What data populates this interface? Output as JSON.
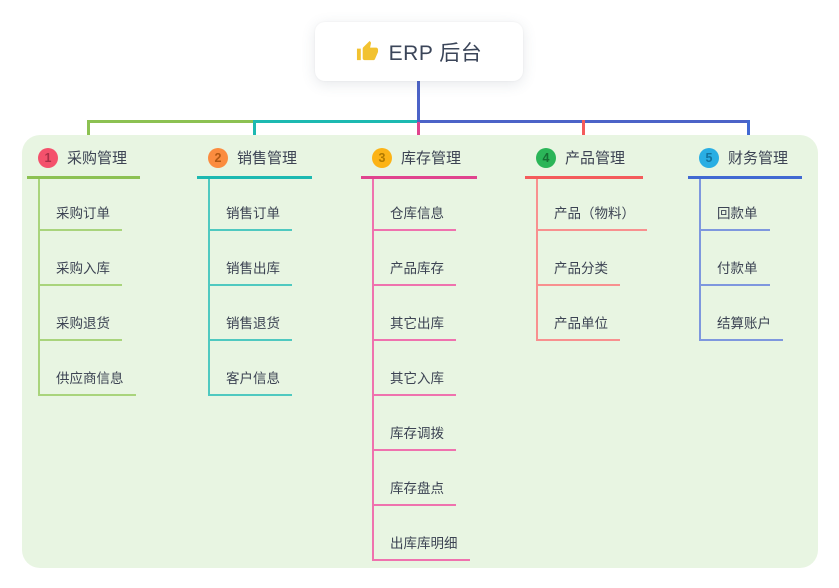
{
  "root": {
    "label": "ERP 后台",
    "icon": "thumbs-up-icon"
  },
  "colors": {
    "root-line": "#4c63c8",
    "panel-bg": "#e8f5e2",
    "canvas-bg": "#ffffff",
    "text": "#3c4353",
    "thumb": "#f2c230"
  },
  "branches": [
    {
      "number": "1",
      "label": "采购管理",
      "badge_color": "#f4516c",
      "badge_number_color": "#aa2f47",
      "line_color": "#8cc152",
      "child_line_color": "#a9d47c",
      "children": [
        "采购订单",
        "采购入库",
        "采购退货",
        "供应商信息"
      ]
    },
    {
      "number": "2",
      "label": "销售管理",
      "badge_color": "#fb8c3f",
      "badge_number_color": "#b05712",
      "line_color": "#1db9b1",
      "child_line_color": "#4fc9c0",
      "children": [
        "销售订单",
        "销售出库",
        "销售退货",
        "客户信息"
      ]
    },
    {
      "number": "3",
      "label": "库存管理",
      "badge_color": "#fcb316",
      "badge_number_color": "#b07900",
      "line_color": "#e0448e",
      "child_line_color": "#ef72ae",
      "children": [
        "仓库信息",
        "产品库存",
        "其它出库",
        "其它入库",
        "库存调拨",
        "库存盘点",
        "出库库明细"
      ]
    },
    {
      "number": "4",
      "label": "产品管理",
      "badge_color": "#2bb558",
      "badge_number_color": "#156e33",
      "line_color": "#f45b5b",
      "child_line_color": "#f8908f",
      "children": [
        "产品（物料）",
        "产品分类",
        "产品单位"
      ]
    },
    {
      "number": "5",
      "label": "财务管理",
      "badge_color": "#29aee3",
      "badge_number_color": "#12739f",
      "line_color": "#4169d2",
      "child_line_color": "#7e97de",
      "children": [
        "回款单",
        "付款单",
        "结算账户"
      ]
    }
  ]
}
